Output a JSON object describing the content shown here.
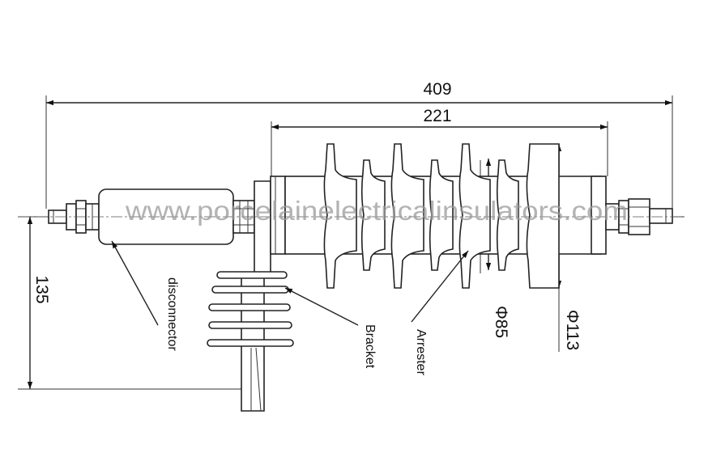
{
  "dimensions": {
    "overall_length": "409",
    "insulator_length": "221",
    "height_to_bracket": "135",
    "core_diameter": "Φ85",
    "shed_diameter": "Φ113"
  },
  "labels": {
    "disconnector": "disconnector",
    "bracket": "Bracket",
    "arrester": "Arrester"
  },
  "watermark": "www.porcelainelectricalinsulators.com"
}
